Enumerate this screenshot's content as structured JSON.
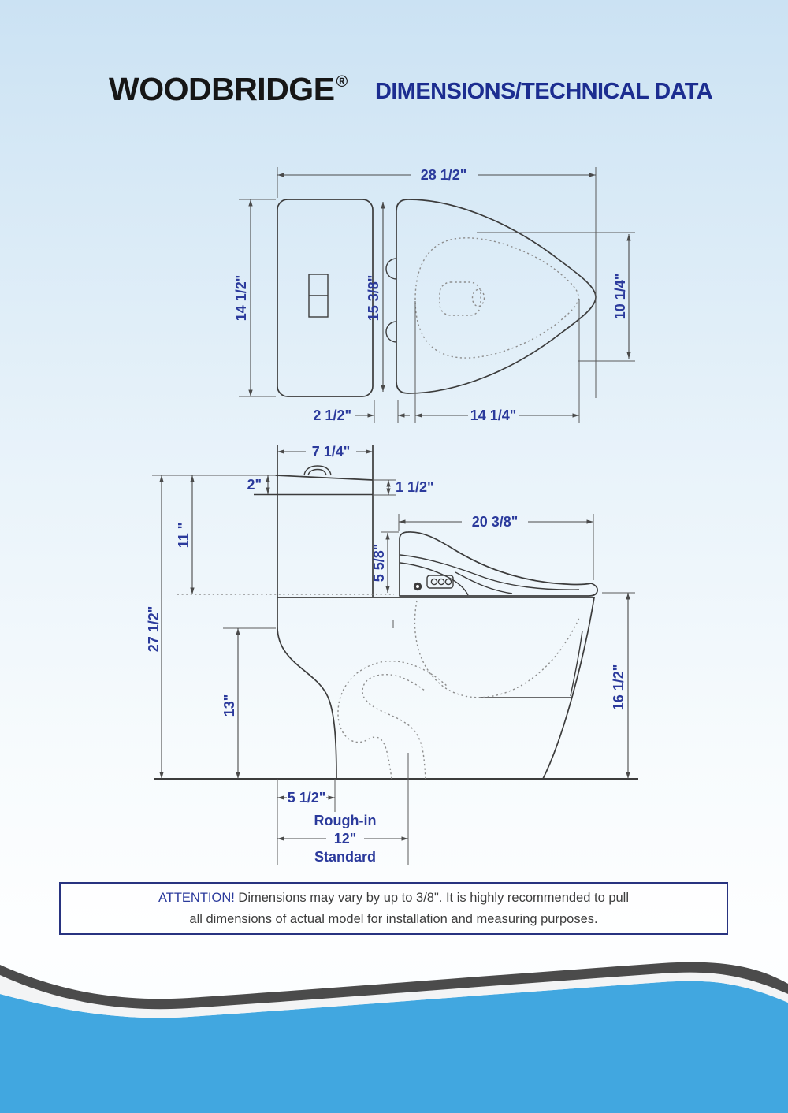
{
  "header": {
    "brand": "WOODBRIDGE",
    "registered": "®",
    "title": "DIMENSIONS/TECHNICAL DATA"
  },
  "colors": {
    "brand_text": "#161616",
    "title_text": "#1c2d90",
    "dimension_text": "#2b3a9c",
    "drawing_line": "#3c3c3c",
    "dashed_line": "#8d8d8d",
    "background_top": "#cbe2f3",
    "background_bottom": "#fdfeff",
    "attention_border": "#283380",
    "wave_dark": "#4b4b4b",
    "wave_white": "#f3f4f5",
    "wave_blue": "#41a7e0"
  },
  "top_view": {
    "overall_length": "28 1/2\"",
    "tank_width": "14 1/2\"",
    "seat_width": "15 3/8\"",
    "bowl_opening_width": "10 1/4\"",
    "hinge_gap": "2 1/2\"",
    "bowl_opening_length": "14 1/4\""
  },
  "side_view": {
    "tank_depth": "7 1/4\"",
    "tank_lid_back_height": "2\"",
    "tank_lid_front_height": "1 1/2\"",
    "seat_length": "20 3/8\"",
    "seat_height": "5 5/8\"",
    "tank_height_above_rim": "11 \"",
    "overall_height": "27 1/2\"",
    "trapway_height": "13\"",
    "rim_height": "16 1/2\"",
    "outlet_offset": "5 1/2\"",
    "rough_in_label": "Rough-in",
    "rough_in_value": "12\"",
    "rough_in_note": "Standard"
  },
  "attention": {
    "highlight": "ATTENTION!",
    "line1": " Dimensions may vary by up to 3/8\". It is highly recommended to pull",
    "line2": "all dimensions of actual model for installation and measuring purposes."
  }
}
